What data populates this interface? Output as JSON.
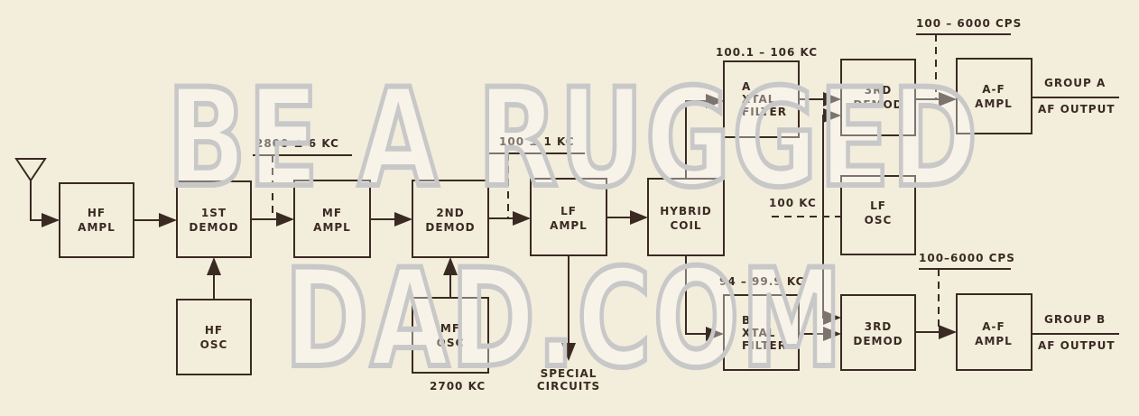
{
  "blocks": {
    "hf_ampl": [
      "HF",
      "AMPL"
    ],
    "first_demod": [
      "1ST",
      "DEMOD"
    ],
    "hf_osc": [
      "HF",
      "OSC"
    ],
    "mf_ampl": [
      "MF",
      "AMPL"
    ],
    "second_demod": [
      "2ND",
      "DEMOD"
    ],
    "mf_osc": [
      "MF",
      "OSC"
    ],
    "lf_ampl": [
      "LF",
      "AMPL"
    ],
    "hybrid_coil": [
      "HYBRID",
      "COIL"
    ],
    "a_xtal_filter": [
      "A",
      "XTAL",
      "FILTER"
    ],
    "b_xtal_filter": [
      "B",
      "XTAL",
      "FILTER"
    ],
    "third_demod_a": [
      "3RD",
      "DEMOD"
    ],
    "third_demod_b": [
      "3RD",
      "DEMOD"
    ],
    "lf_osc": [
      "LF",
      "OSC"
    ],
    "af_ampl_a": [
      "A-F",
      "AMPL"
    ],
    "af_ampl_b": [
      "A-F",
      "AMPL"
    ]
  },
  "labels": {
    "mf_band": "2800 ± 6 KC",
    "lf_band": "100 ± 1 KC",
    "a_band": "100.1 – 106 KC",
    "b_band": "94 – 99.9 KC",
    "lf_osc_freq": "100 KC",
    "mf_osc_freq": "2700 KC",
    "af_band_a": "100 – 6000 CPS",
    "af_band_b": "100–6000 CPS",
    "group_a": "GROUP A",
    "group_b": "GROUP B",
    "af_output_a": "AF OUTPUT",
    "af_output_b": "AF OUTPUT",
    "special": [
      "SPECIAL",
      "CIRCUITS"
    ]
  },
  "watermark": [
    "BE A RUGGED",
    "DAD.COM"
  ]
}
